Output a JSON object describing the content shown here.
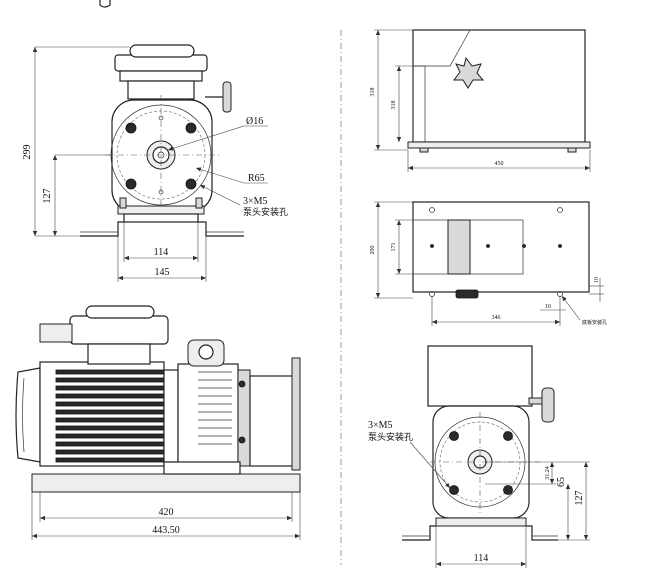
{
  "front_view": {
    "dim_height_total": "299",
    "dim_center_height": "127",
    "dim_shaft_dia": "Ø16",
    "dim_radius": "R65",
    "dim_mount_inner": "114",
    "dim_mount_outer": "145",
    "callout_holes_line1": "3×M5",
    "callout_holes_line2": "泵头安装孔"
  },
  "side_view": {
    "dim_base_inner": "420",
    "dim_base_outer": "443.50"
  },
  "right_top_view": {
    "dim_height_outer": "318",
    "dim_height_inner": "318",
    "dim_length": "450"
  },
  "right_mid_view": {
    "dim_width_outer": "200",
    "dim_width_inner": "171",
    "dim_slot": "10",
    "dim_hole_spacing": "346",
    "dim_edge": "10",
    "callout_base_holes": "底板安装孔"
  },
  "right_bottom_view": {
    "callout_holes_line1": "3×M5",
    "callout_holes_line2": "泵头安装孔",
    "dim_offset_small": "31.24",
    "dim_offset_mid": "65",
    "dim_center_height": "127",
    "dim_mount_inner": "114"
  }
}
